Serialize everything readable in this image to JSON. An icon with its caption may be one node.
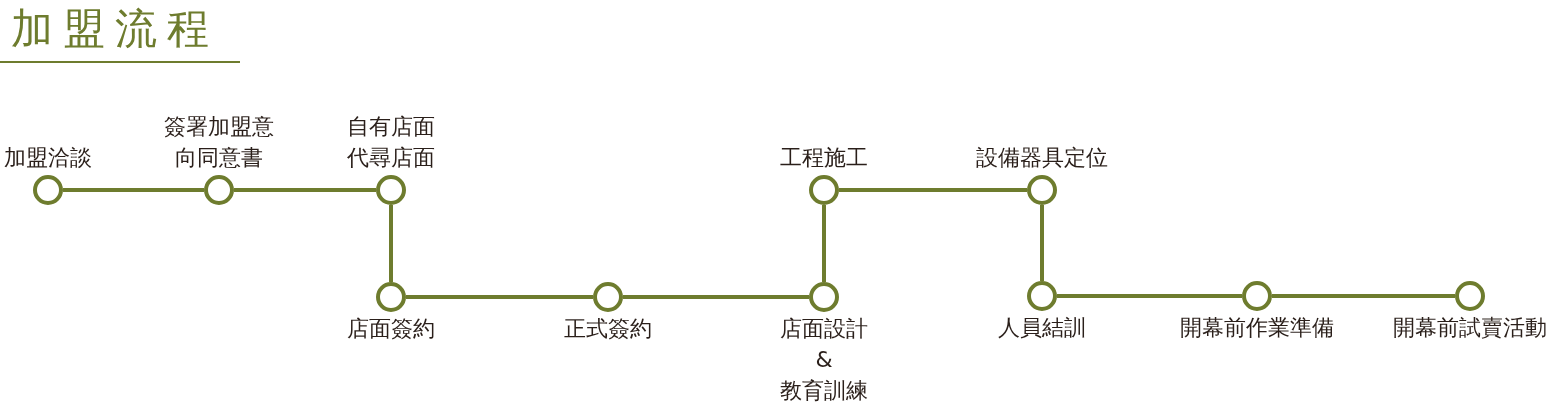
{
  "diagram": {
    "title": "加盟流程",
    "nodes": [
      {
        "text": [
          "加盟洽談"
        ]
      },
      {
        "text": [
          "簽署加盟意向同意書"
        ]
      },
      {
        "text": [
          "自有店面代尋店面"
        ]
      },
      {
        "text": [
          "店面簽約"
        ]
      },
      {
        "text": [
          "正式簽約"
        ]
      },
      {
        "text": [
          "店面設計 & 教育訓練"
        ]
      },
      {
        "text": [
          "工程施工"
        ]
      },
      {
        "text": [
          "設備器具定位"
        ]
      },
      {
        "text": [
          "人員結訓"
        ]
      },
      {
        "text": [
          "開幕前作業準備"
        ]
      },
      {
        "text": [
          "開幕前試賣活動"
        ]
      }
    ],
    "edges": [
      {
        "from": 0,
        "to": 1,
        "arrow": "none"
      },
      {
        "from": 1,
        "to": 2,
        "arrow": "none"
      },
      {
        "from": 2,
        "to": 3,
        "arrow": "none"
      },
      {
        "from": 3,
        "to": 4,
        "arrow": "none"
      },
      {
        "from": 4,
        "to": 5,
        "arrow": "none"
      },
      {
        "from": 5,
        "to": 6,
        "arrow": "none"
      },
      {
        "from": 6,
        "to": 7,
        "arrow": "none"
      },
      {
        "from": 7,
        "to": 8,
        "arrow": "none"
      },
      {
        "from": 8,
        "to": 9,
        "arrow": "none"
      },
      {
        "from": 9,
        "to": 10,
        "arrow": "none"
      }
    ]
  }
}
